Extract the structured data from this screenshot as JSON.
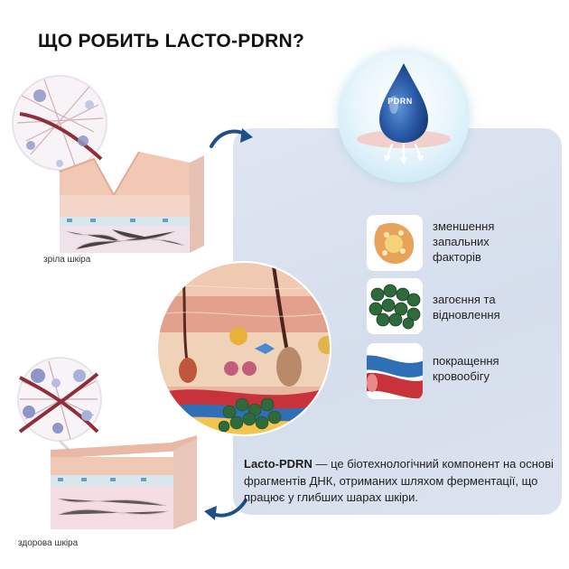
{
  "title": "ЩО РОБИТЬ LACTO-PDRN?",
  "drop": {
    "label": "PDRN"
  },
  "captions": {
    "mature_skin": "зріла шкіра",
    "healthy_skin": "здорова шкіра"
  },
  "benefits": [
    {
      "text": "зменшення\nзапальних\nфакторів",
      "icon": "inflammation-cell-icon"
    },
    {
      "text": "загоєння та\nвідновлення",
      "icon": "regeneration-cells-icon"
    },
    {
      "text": "покращення\nкровообігу",
      "icon": "blood-vessel-icon"
    }
  ],
  "description": {
    "brand": "Lacto-PDRN",
    "text": " — це біотехнологічний компонент на основі фрагментів ДНК, отриманих шляхом ферментації, що працює у глибших шарах шкіри."
  },
  "colors": {
    "panel": "#d8e0ed",
    "arrow": "#1f4f86",
    "drop": "#2f66b3",
    "skin_top": "#f2c9b6",
    "vessel_red": "#c8323a",
    "vessel_blue": "#2f6fb5",
    "green_cells": "#2f6a3a"
  }
}
